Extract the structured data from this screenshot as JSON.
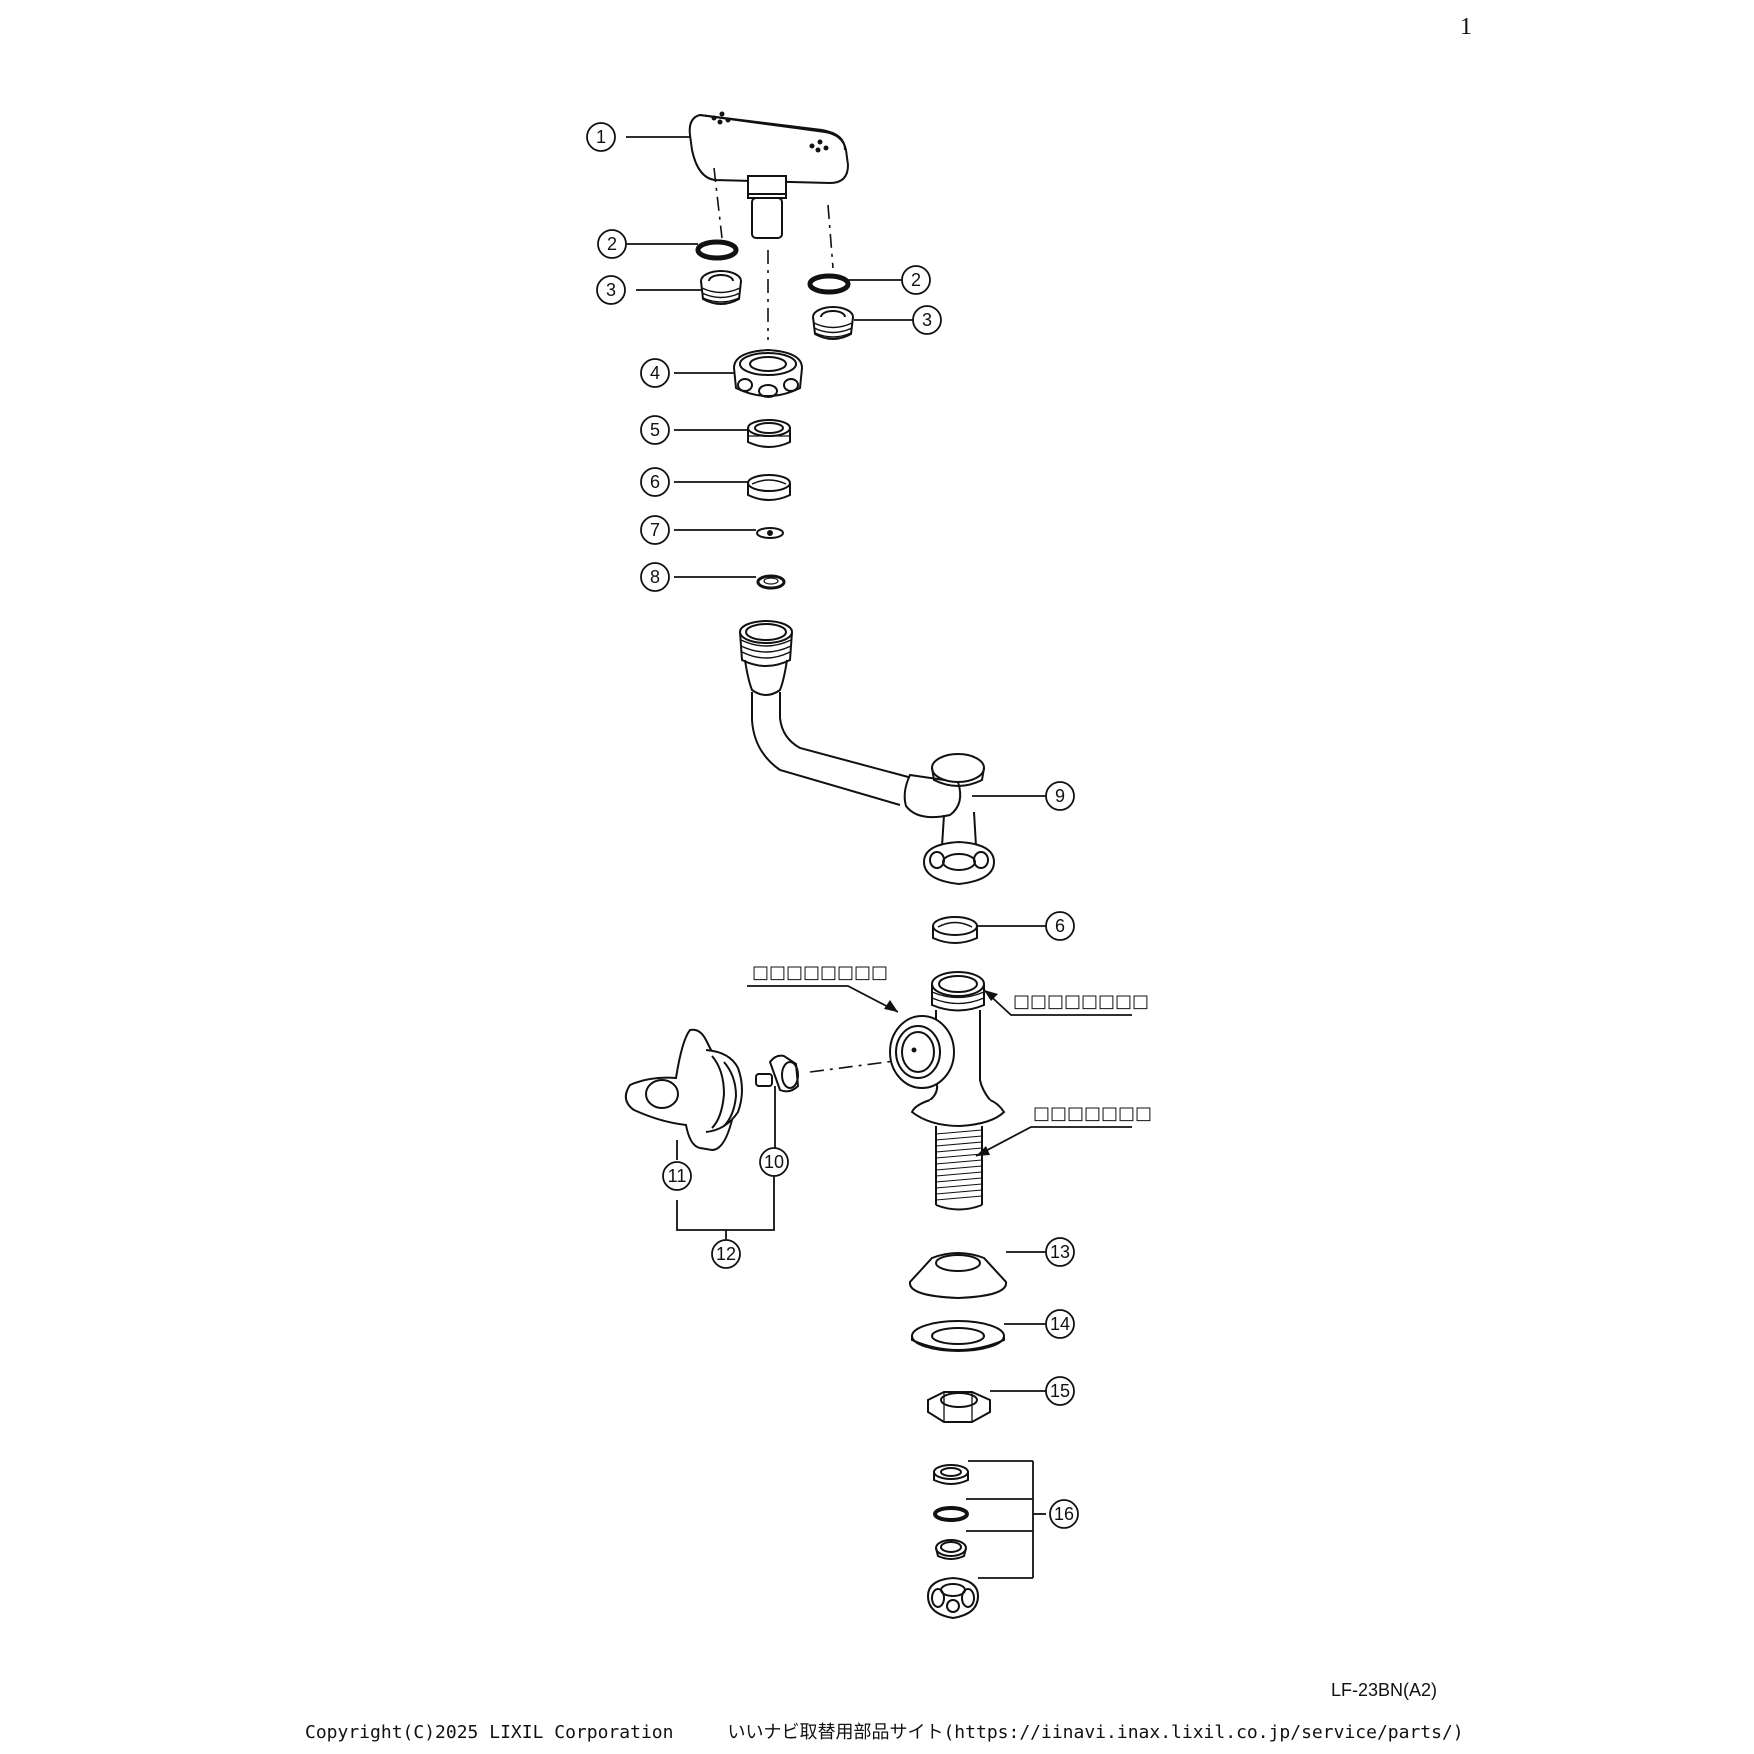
{
  "page_number": "1",
  "model_code": "LF-23BN(A2)",
  "footer": {
    "copyright": "Copyright(C)2025 LIXIL Corporation",
    "site": "いいナビ取替用部品サイト(https://iinavi.inax.lixil.co.jp/service/parts/)"
  },
  "callouts": {
    "inlet_port": "□□□□□□□□",
    "outlet_port": "□□□□□□□□",
    "thread": "□□□□□□□"
  },
  "parts": [
    "1",
    "2",
    "3",
    "4",
    "5",
    "6",
    "7",
    "8",
    "9",
    "10",
    "11",
    "12",
    "13",
    "14",
    "15",
    "16"
  ]
}
